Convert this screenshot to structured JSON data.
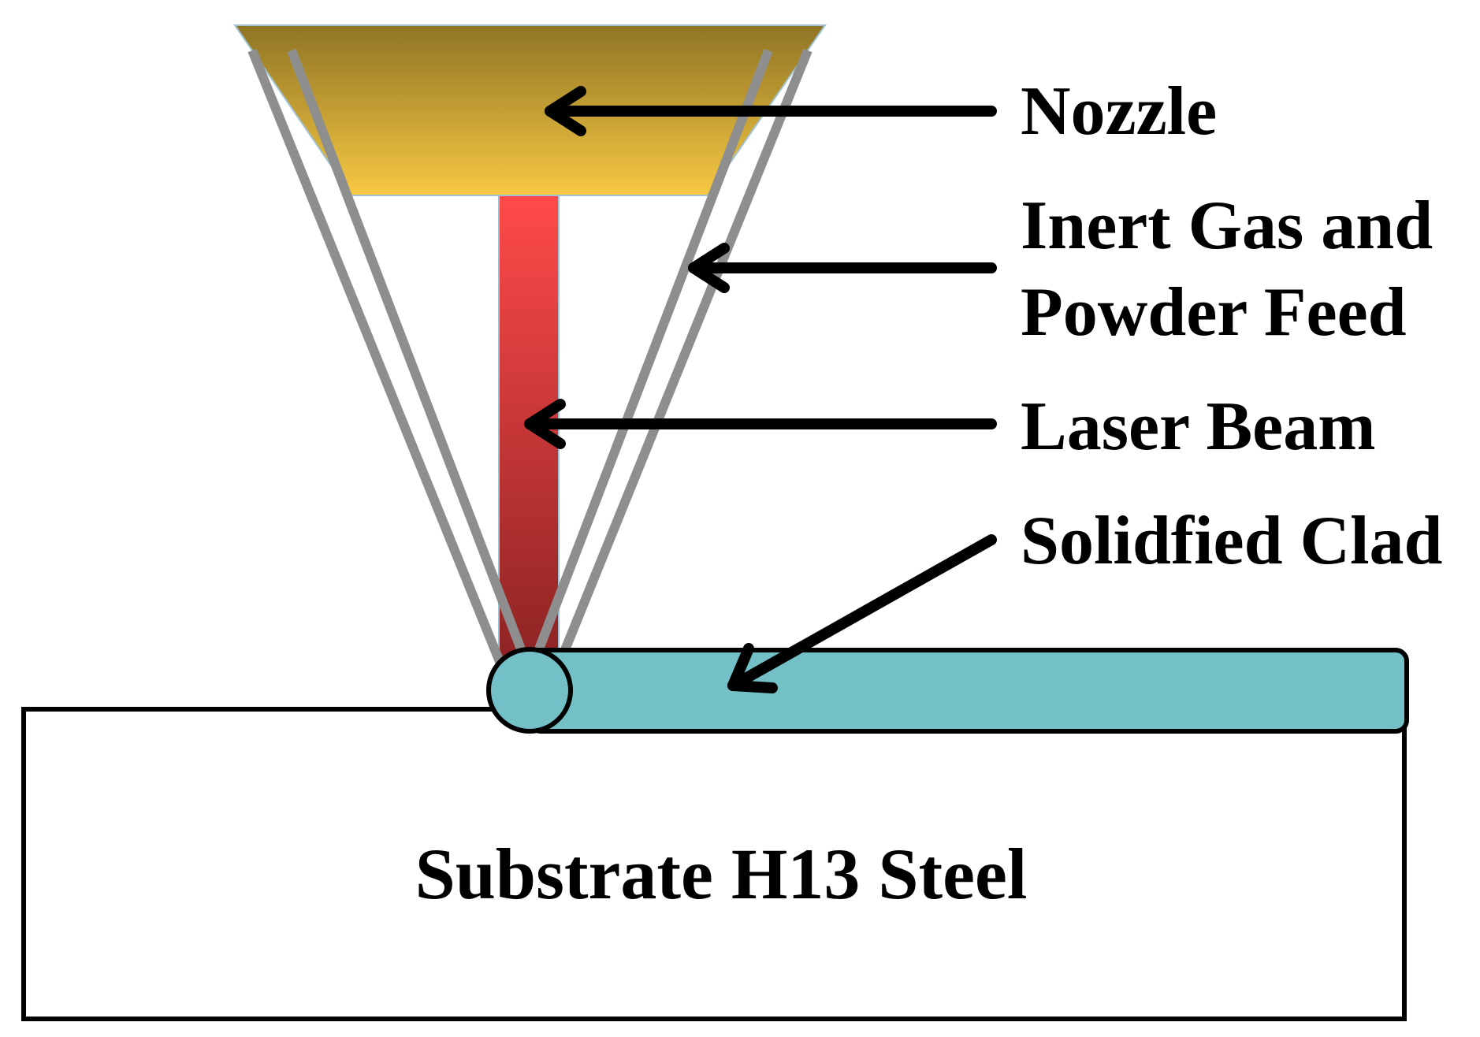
{
  "labels": {
    "nozzle": "Nozzle",
    "gas_line1": "Inert Gas and",
    "gas_line2": "Powder Feed",
    "laser": "Laser Beam",
    "clad": "Solidfied Clad",
    "substrate": "Substrate H13 Steel"
  },
  "colors": {
    "nozzle_top": "#8f7424",
    "nozzle_bottom": "#f7c843",
    "laser_top": "#ff4a4a",
    "laser_bottom": "#8c2323",
    "clad": "#73c1c6",
    "gas_line": "#8e8e8e",
    "outline": "#000000"
  }
}
